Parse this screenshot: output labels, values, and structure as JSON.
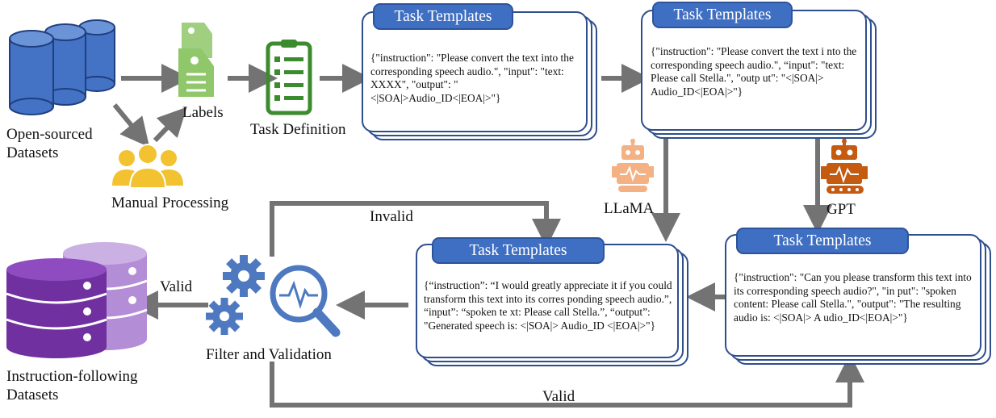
{
  "colors": {
    "arrow": "#737373",
    "card_border": "#2e4e8e",
    "tab_fill": "#3f6fc3",
    "cylinder_blue": "#4472c4",
    "cylinder_purple": "#7030a0",
    "label_green": "#8fc76a",
    "task_def_green": "#3d8b2f",
    "people_gold": "#f2c230",
    "gear_blue": "#4e79c0",
    "robot_orange_light": "#f4b183",
    "robot_orange_dark": "#c55a11"
  },
  "icons": {
    "sources": "database-cylinders-icon",
    "labels": "tag-icon",
    "task_definition": "checklist-icon",
    "manual": "people-group-icon",
    "llama": "robot-icon",
    "gpt": "robot-icon",
    "filter": "gears-magnifier-icon",
    "output": "database-stack-icon"
  },
  "labels": {
    "open_sourced": "Open-sourced Datasets",
    "manual_processing": "Manual Processing",
    "labels": "Labels",
    "task_definition": "Task Definition",
    "llama": "LLaMA",
    "gpt": "GPT",
    "filter_validation": "Filter and Validation",
    "instruction_following": "Instruction-following Datasets",
    "valid_left": "Valid",
    "invalid": "Invalid",
    "valid_bottom": "Valid"
  },
  "templates": {
    "t1": {
      "title": "Task Templates",
      "text": "{\"instruction\": \"Please convert the text into the corresponding speech audio.\", \"input\": \"text: XXXX\", \"output\": \"<|SOA|>Audio_ID<|EOA|>\"}"
    },
    "t2": {
      "title": "Task Templates",
      "text": "{\"instruction\": \"Please convert the text i nto the corresponding speech audio.\", “input\": \"text: Please call Stella.\", \"outp ut\": \"<|SOA|> Audio_ID<|EOA|>\"}"
    },
    "t3": {
      "title": "Task Templates",
      "text": "{“instruction”: “I would greatly appreciate it if you could transform this text into its corres ponding speech audio.”, “input”: “spoken te xt: Please call Stella.”, “output”: \"Generated speech is: <|SOA|> Audio_ID <|EOA|>\"}"
    },
    "t4": {
      "title": "Task Templates",
      "text": "{\"instruction\": \"Can you please transform this text into its corresponding speech audio?\", \"in put\": \"spoken content: Please call Stella.\", \"output\": \"The resulting audio is: <|SOA|> A udio_ID<|EOA|>\"}"
    }
  }
}
